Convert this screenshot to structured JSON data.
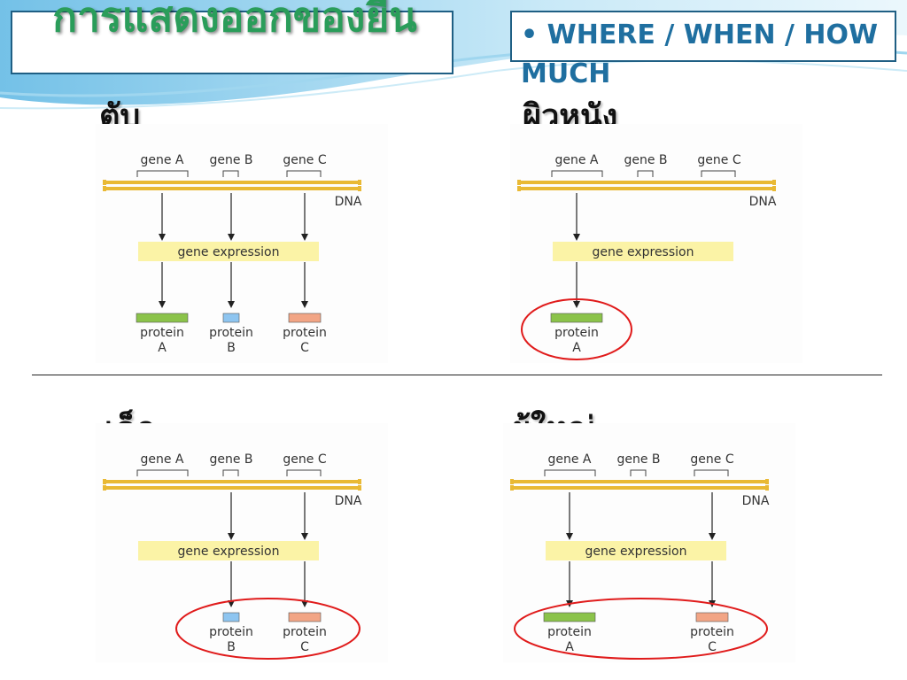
{
  "slide": {
    "title": "การแสดงออกของยีน",
    "bullet": "• WHERE / WHEN / HOW MUCH"
  },
  "colors": {
    "title_green": "#2a9d5a",
    "bullet_blue": "#1f6fa0",
    "dna_yellow": "#e9b934",
    "expression_box": "#fbf3a6",
    "protein_a": "#8bc34a",
    "protein_b": "#8ec5f0",
    "protein_c": "#f2a585",
    "highlight_red": "#e01b1b"
  },
  "diagram_labels": {
    "gene_a": "gene A",
    "gene_b": "gene B",
    "gene_c": "gene C",
    "dna": "DNA",
    "gene_expression": "gene expression",
    "protein": "protein",
    "a": "A",
    "b": "B",
    "c": "C"
  },
  "panels": [
    {
      "label": "ตับ",
      "expressed": [
        "A",
        "B",
        "C"
      ],
      "highlighted": false
    },
    {
      "label": "ผิวหนัง",
      "expressed": [
        "A"
      ],
      "highlighted": true
    },
    {
      "label": "เด็ก",
      "expressed": [
        "B",
        "C"
      ],
      "highlighted": true
    },
    {
      "label": "ผู้ใหญ่",
      "expressed": [
        "A",
        "C"
      ],
      "highlighted": true
    }
  ]
}
